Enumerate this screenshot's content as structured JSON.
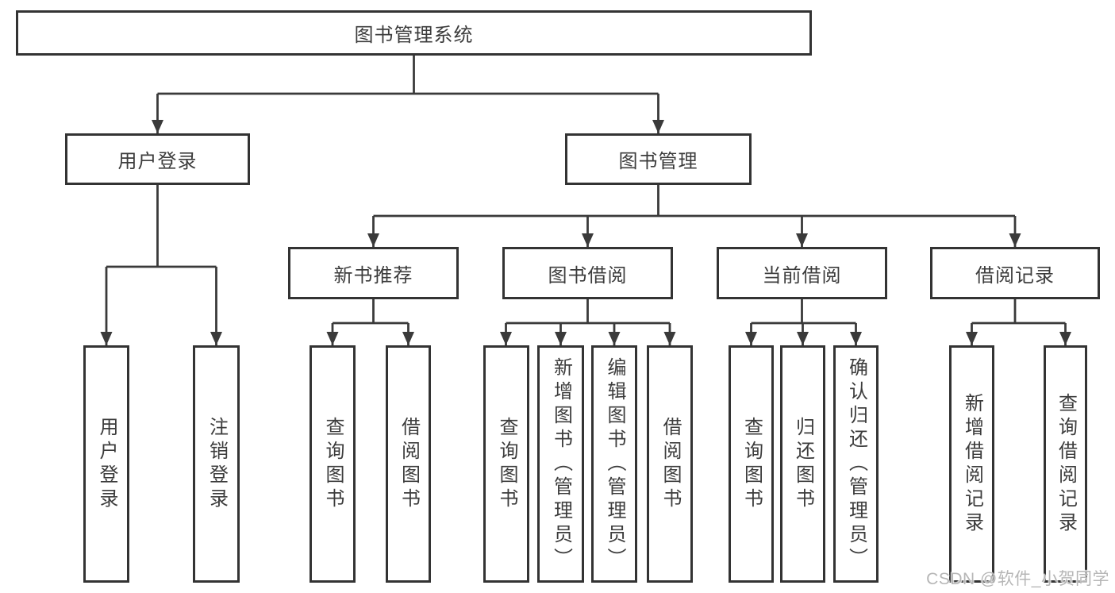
{
  "diagram": {
    "title": "图书管理系统",
    "root": {
      "label": "图书管理系统"
    },
    "level2": [
      {
        "label": "用户登录"
      },
      {
        "label": "图书管理"
      }
    ],
    "level3": [
      {
        "label": "新书推荐"
      },
      {
        "label": "图书借阅"
      },
      {
        "label": "当前借阅"
      },
      {
        "label": "借阅记录"
      }
    ],
    "leaves": [
      {
        "label": "用户登录"
      },
      {
        "label": "注销登录"
      },
      {
        "label": "查询图书"
      },
      {
        "label": "借阅图书"
      },
      {
        "label": "查询图书"
      },
      {
        "label": "新增图书（管理员）"
      },
      {
        "label": "编辑图书（管理员）"
      },
      {
        "label": "借阅图书"
      },
      {
        "label": "查询图书"
      },
      {
        "label": "归还图书"
      },
      {
        "label": "确认归还（管理员）"
      },
      {
        "label": "新增借阅记录"
      },
      {
        "label": "查询借阅记录"
      }
    ]
  },
  "watermark": {
    "text": "CSDN @软件_小贺同学"
  },
  "colors": {
    "background": "#ffffff",
    "box_border": "#333333",
    "connector_line": "#3a3a3a",
    "text": "#3c3c3c",
    "watermark_text": "#b6b6b6"
  }
}
